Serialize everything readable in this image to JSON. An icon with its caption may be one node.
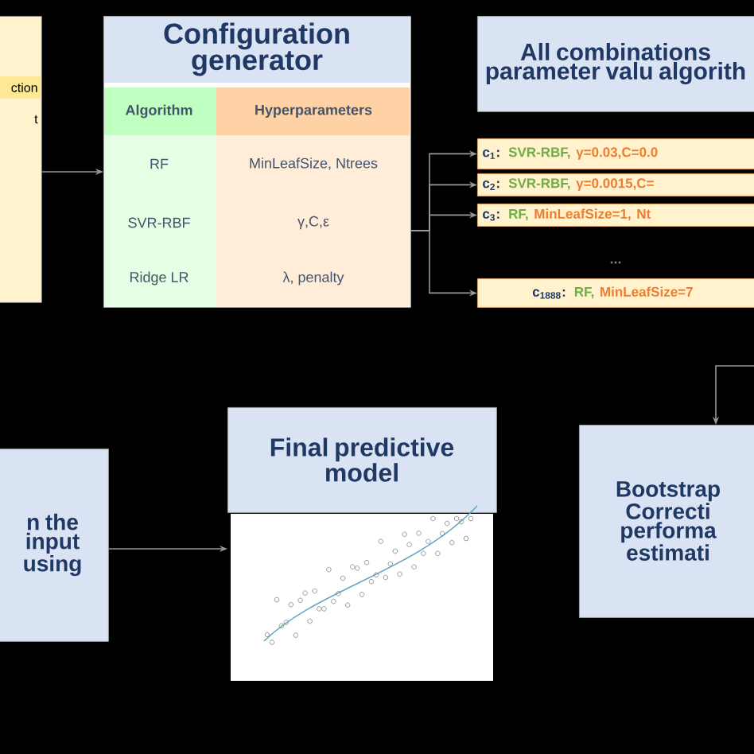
{
  "diagram": {
    "nodes": [
      {
        "text": [
          "ction",
          "t"
        ]
      },
      {
        "text": [
          "Configuration generator"
        ]
      },
      {
        "text": [
          "All combinations parameter valu algorith"
        ]
      },
      {
        "text": [
          "c$_{1}$:",
          "SVR-RBF,",
          "γ=0.03,C=0.0"
        ]
      },
      {
        "text": [
          "c$_{2}$:",
          "SVR-RBF,",
          "γ=0.0015,C="
        ]
      },
      {
        "text": [
          "c$_{3}$:",
          "RF,",
          "MinLeafSize=1, Nt"
        ]
      },
      {
        "text": [
          "c$_{1888}$:",
          "RF,",
          "MinLeafSize=7"
        ]
      },
      {
        "text": [
          "n the input using"
        ]
      },
      {
        "text": [
          "Final predictive model"
        ]
      },
      {
        "text": [
          "Bootstrap Correcti performa estimati"
        ]
      }
    ],
    "edges": [
      {
        "from": 0,
        "to": 1,
        "arrow": "to"
      },
      {
        "from": 1,
        "to": 3,
        "arrow": "to"
      },
      {
        "from": 1,
        "to": 4,
        "arrow": "to"
      },
      {
        "from": 1,
        "to": 5,
        "arrow": "to"
      },
      {
        "from": 1,
        "to": 6,
        "arrow": "to"
      },
      {
        "from": 7,
        "to": 8,
        "arrow": "to"
      },
      {
        "from": null,
        "to": 9,
        "arrow": "to"
      }
    ],
    "labels": [
      "Algorithm",
      "Hyperparameters",
      "RF",
      "MinLeafSize, Ntrees",
      "SVR-RBF",
      "γ,C,ε",
      "Ridge LR",
      "λ, penalty",
      "..."
    ]
  }
}
